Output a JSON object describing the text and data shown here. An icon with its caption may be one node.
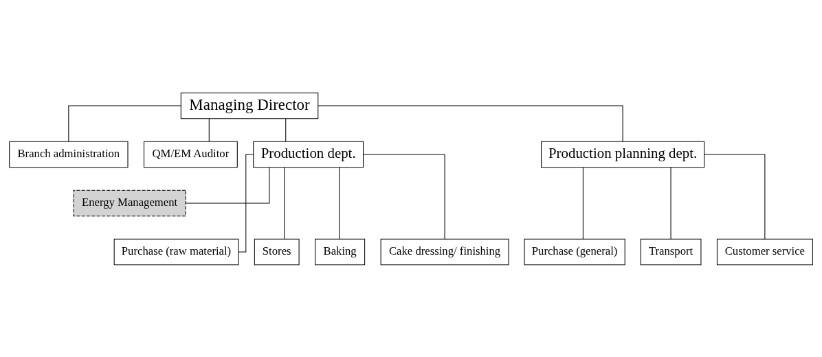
{
  "diagram": {
    "nodes": [
      {
        "text": [
          "Managing Director"
        ]
      },
      {
        "text": [
          "Branch administration"
        ]
      },
      {
        "text": [
          "QM/EM Auditor"
        ]
      },
      {
        "text": [
          "Production dept."
        ]
      },
      {
        "text": [
          "Production planning dept."
        ]
      },
      {
        "text": [
          "Energy Management"
        ]
      },
      {
        "text": [
          "Purchase (raw material)"
        ]
      },
      {
        "text": [
          "Stores"
        ]
      },
      {
        "text": [
          "Baking"
        ]
      },
      {
        "text": [
          "Cake dressing/ finishing"
        ]
      },
      {
        "text": [
          "Purchase (general)"
        ]
      },
      {
        "text": [
          "Transport"
        ]
      },
      {
        "text": [
          "Customer service"
        ]
      }
    ],
    "edges": [
      {
        "from": 0,
        "to": 1,
        "arrow": "none"
      },
      {
        "from": 0,
        "to": 2,
        "arrow": "none"
      },
      {
        "from": 0,
        "to": 3,
        "arrow": "none"
      },
      {
        "from": 0,
        "to": 4,
        "arrow": "none"
      },
      {
        "from": 3,
        "to": 5,
        "arrow": "none"
      },
      {
        "from": 3,
        "to": 6,
        "arrow": "none"
      },
      {
        "from": 3,
        "to": 7,
        "arrow": "none"
      },
      {
        "from": 3,
        "to": 8,
        "arrow": "none"
      },
      {
        "from": 3,
        "to": 9,
        "arrow": "none"
      },
      {
        "from": 4,
        "to": 10,
        "arrow": "none"
      },
      {
        "from": 4,
        "to": 11,
        "arrow": "none"
      },
      {
        "from": 4,
        "to": 12,
        "arrow": "none"
      }
    ]
  }
}
